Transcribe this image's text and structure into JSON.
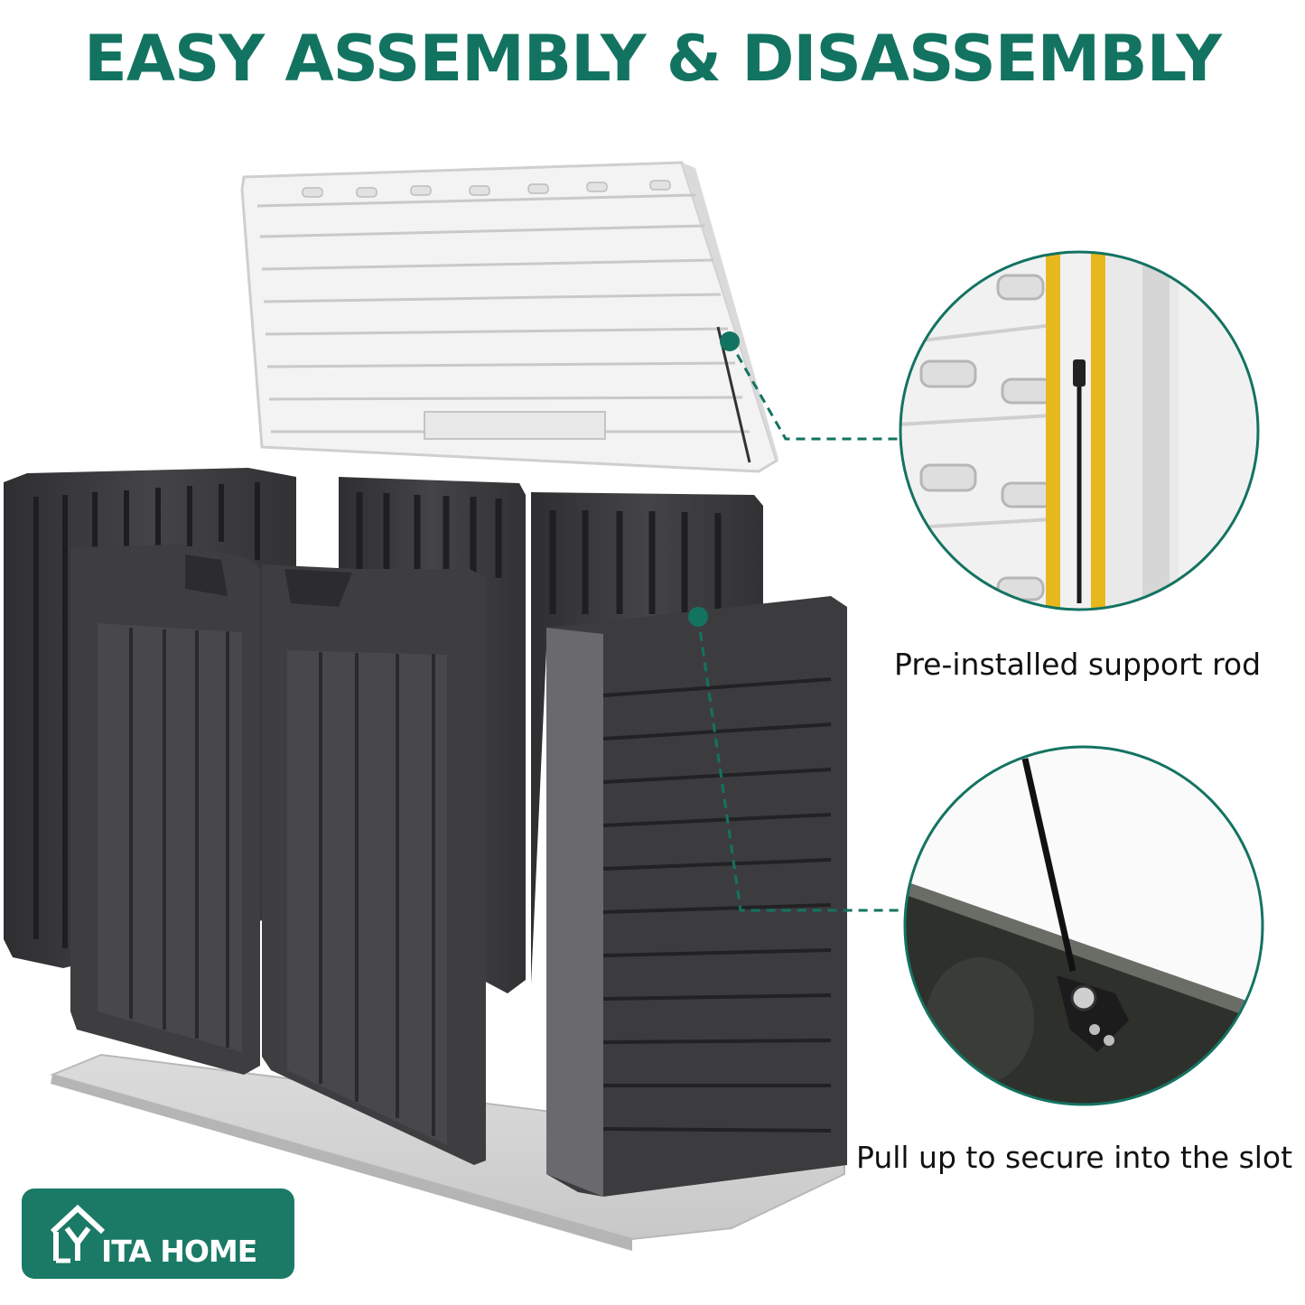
{
  "headline": "EASY ASSEMBLY & DISASSEMBLY",
  "callouts": {
    "support_rod": "Pre-installed support rod",
    "slot": "Pull up to secure into the slot"
  },
  "brand": {
    "name": "ITA HOME",
    "logo_icon": "house-y-logo-icon"
  },
  "colors": {
    "accent": "#137361",
    "badge": "#1a7a66",
    "panel_dark": "#3c3c3e",
    "panel_light": "#f2f2f2"
  }
}
